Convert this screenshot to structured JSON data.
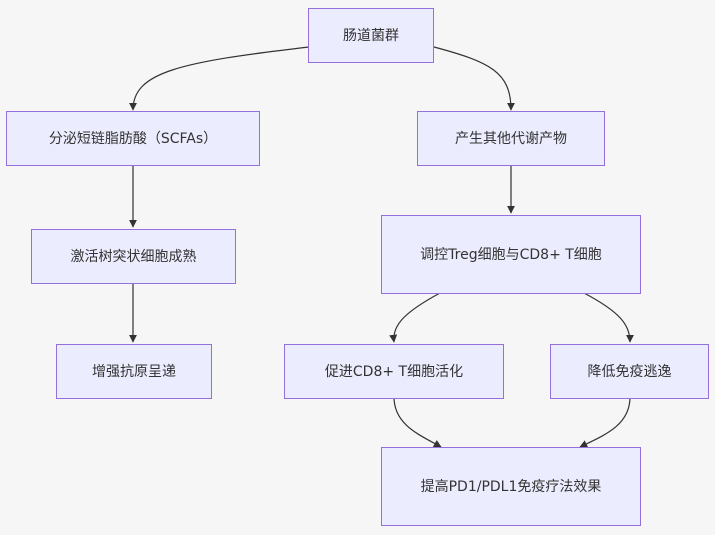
{
  "theme": {
    "background": "#f6f6f6",
    "node_fill": "#ececff",
    "node_border": "#9370db",
    "text": "#333333",
    "edge": "#333333"
  },
  "nodes": {
    "gut_microbiota": "肠道菌群",
    "scfa": "分泌短链脂肪酸（SCFAs）",
    "other_metabolites": "产生其他代谢产物",
    "dc_maturation": "激活树突状细胞成熟",
    "treg_cd8": "调控Treg细胞与CD8+ T细胞",
    "antigen_presentation": "增强抗原呈递",
    "cd8_activation": "促进CD8+ T细胞活化",
    "immune_escape": "降低免疫逃逸",
    "pd1_efficacy": "提高PD1/PDL1免疫疗法效果"
  },
  "edges": [
    {
      "from": "gut_microbiota",
      "to": "scfa"
    },
    {
      "from": "gut_microbiota",
      "to": "other_metabolites"
    },
    {
      "from": "scfa",
      "to": "dc_maturation"
    },
    {
      "from": "dc_maturation",
      "to": "antigen_presentation"
    },
    {
      "from": "other_metabolites",
      "to": "treg_cd8"
    },
    {
      "from": "treg_cd8",
      "to": "cd8_activation"
    },
    {
      "from": "treg_cd8",
      "to": "immune_escape"
    },
    {
      "from": "cd8_activation",
      "to": "pd1_efficacy"
    },
    {
      "from": "immune_escape",
      "to": "pd1_efficacy"
    }
  ]
}
